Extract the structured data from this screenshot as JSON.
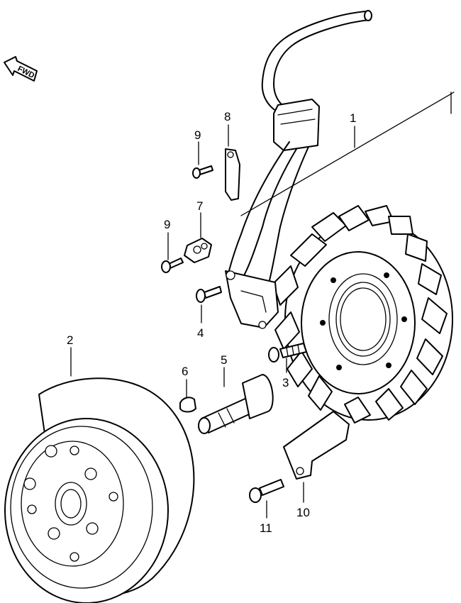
{
  "fwd_label": "FWD",
  "callouts": {
    "c1": "1",
    "c2": "2",
    "c3": "3",
    "c4": "4",
    "c5": "5",
    "c6": "6",
    "c7": "7",
    "c8": "8",
    "c9a": "9",
    "c9b": "9",
    "c10": "10",
    "c11": "11"
  }
}
